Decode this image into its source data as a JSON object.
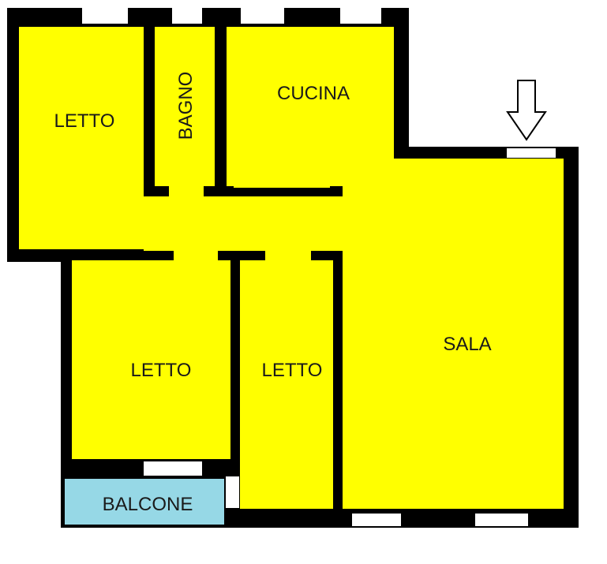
{
  "colors": {
    "wall": "#000000",
    "room_fill": "#ffff00",
    "balcony_fill": "#96d8e6",
    "window": "#ffffff",
    "arrow_stroke": "#000000",
    "arrow_fill": "#ffffff"
  },
  "rooms": {
    "letto_top": {
      "label": "LETTO"
    },
    "bagno": {
      "label": "BAGNO"
    },
    "cucina": {
      "label": "CUCINA"
    },
    "letto_bottom_left": {
      "label": "LETTO"
    },
    "letto_bottom_mid": {
      "label": "LETTO"
    },
    "sala": {
      "label": "SALA"
    },
    "balcone": {
      "label": "BALCONE"
    }
  },
  "entrance_marker": {
    "icon": "down-arrow-icon"
  }
}
